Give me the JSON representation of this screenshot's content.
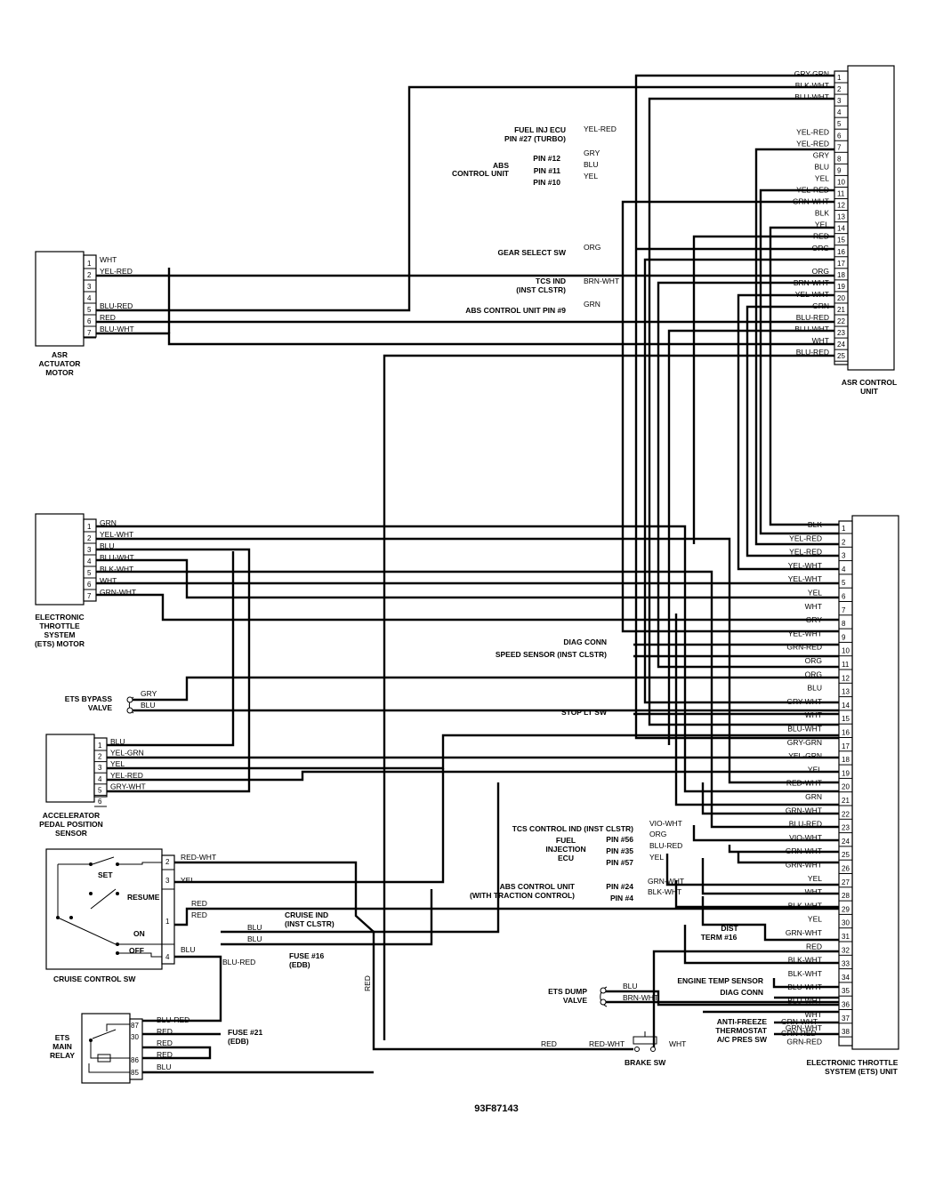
{
  "diagram_code": "93F87143",
  "asr_unit": {
    "label": [
      "ASR CONTROL",
      "UNIT"
    ],
    "pins": [
      "1",
      "2",
      "3",
      "4",
      "5",
      "6",
      "7",
      "8",
      "9",
      "10",
      "11",
      "12",
      "13",
      "14",
      "15",
      "16",
      "17",
      "18",
      "19",
      "20",
      "21",
      "22",
      "23",
      "24",
      "25"
    ],
    "wires": [
      "GRY-GRN",
      "BLK-WHT",
      "BLU-WHT",
      "",
      "",
      "YEL-RED",
      "YEL-RED",
      "GRY",
      "BLU",
      "YEL",
      "YEL-RED",
      "GRN-WHT",
      "BLK",
      "YEL",
      "RED",
      "ORG",
      "",
      "ORG",
      "BRN-WHT",
      "YEL-WHT",
      "GRN",
      "BLU-RED",
      "BLU-WHT",
      "WHT",
      "BLU-RED"
    ]
  },
  "ets_unit": {
    "label": [
      "ELECTRONIC THROTTLE",
      "SYSTEM (ETS) UNIT"
    ],
    "pins": [
      "1",
      "2",
      "3",
      "4",
      "5",
      "6",
      "7",
      "8",
      "9",
      "10",
      "11",
      "12",
      "13",
      "14",
      "15",
      "16",
      "17",
      "18",
      "19",
      "20",
      "21",
      "22",
      "23",
      "24",
      "25",
      "26",
      "27",
      "28",
      "29",
      "30",
      "31",
      "32",
      "33",
      "34",
      "35",
      "36",
      "37",
      "38"
    ],
    "wires": [
      "BLK",
      "YEL-RED",
      "YEL-RED",
      "YEL-WHT",
      "YEL-WHT",
      "YEL",
      "WHT",
      "GRY",
      "YEL-WHT",
      "GRN-RED",
      "ORG",
      "ORG",
      "BLU",
      "GRY-WHT",
      "WHT",
      "BLU-WHT",
      "GRY-GRN",
      "YEL-GRN",
      "YEL",
      "RED-WHT",
      "GRN",
      "GRN-WHT",
      "BLU-RED",
      "VIO-WHT",
      "GRN-WHT",
      "GRN-WHT",
      "YEL",
      "WHT",
      "BLK-WHT",
      "YEL",
      "GRN-WHT",
      "RED",
      "BLK-WHT",
      "BLK-WHT",
      "BLU-WHT",
      "BLU-WHT",
      "WHT",
      "GRN-WHT",
      "GRN-RED"
    ]
  },
  "asr_motor": {
    "label": [
      "ASR",
      "ACTUATOR",
      "MOTOR"
    ],
    "pins": [
      "1",
      "2",
      "3",
      "4",
      "5",
      "6",
      "7"
    ],
    "wires": [
      "WHT",
      "YEL-RED",
      "",
      "",
      "BLU-RED",
      "RED",
      "BLU-WHT"
    ]
  },
  "ets_motor": {
    "label": [
      "ELECTRONIC",
      "THROTTLE",
      "SYSTEM",
      "(ETS) MOTOR"
    ],
    "pins": [
      "1",
      "2",
      "3",
      "4",
      "5",
      "6",
      "7"
    ],
    "wires": [
      "GRN",
      "YEL-WHT",
      "BLU",
      "BLU-WHT",
      "BLK-WHT",
      "WHT",
      "GRN-WHT"
    ]
  },
  "bypass_valve": {
    "label": [
      "ETS BYPASS",
      "VALVE"
    ],
    "wires": [
      "GRY",
      "BLU"
    ]
  },
  "accel_sensor": {
    "label": [
      "ACCELERATOR",
      "PEDAL POSITION",
      "SENSOR"
    ],
    "pins": [
      "1",
      "2",
      "3",
      "4",
      "5",
      "6"
    ],
    "wires": [
      "BLU",
      "YEL-GRN",
      "YEL",
      "YEL-RED",
      "GRY-WHT"
    ]
  },
  "cruise_sw": {
    "label": "CRUISE CONTROL SW",
    "positions": [
      "SET",
      "RESUME",
      "ON",
      "OFF"
    ],
    "pins": [
      "2",
      "3",
      "1",
      "4"
    ],
    "wires": [
      "RED-WHT",
      "YEL",
      "RED",
      "RED",
      "BLU"
    ]
  },
  "main_relay": {
    "label": [
      "ETS",
      "MAIN",
      "RELAY"
    ],
    "pins": [
      "87",
      "30",
      "86",
      "85"
    ],
    "wires": [
      "BLU-RED",
      "RED",
      "RED",
      "RED",
      "BLU"
    ]
  },
  "asr_refs": [
    {
      "label": [
        "FUEL INJ ECU",
        "PIN #27 (TURBO)"
      ],
      "wire": "YEL-RED"
    },
    {
      "label": [
        "ABS",
        "CONTROL UNIT"
      ],
      "pins": [
        "PIN #12",
        "PIN #11",
        "PIN #10"
      ],
      "wires": [
        "GRY",
        "BLU",
        "YEL"
      ]
    },
    {
      "label": [
        "GEAR SELECT SW"
      ],
      "wire": "ORG"
    },
    {
      "label": [
        "TCS IND",
        "(INST CLSTR)"
      ],
      "wire": "BRN-WHT"
    },
    {
      "label": [
        "ABS CONTROL UNIT PIN #9"
      ],
      "wire": "GRN"
    }
  ],
  "ets_refs": [
    {
      "label": "DIAG CONN"
    },
    {
      "label": "SPEED SENSOR (INST CLSTR)"
    },
    {
      "label": "STOP LT SW"
    },
    {
      "label": "TCS CONTROL IND (INST CLSTR)",
      "wire": "VIO-WHT"
    },
    {
      "label": [
        "FUEL",
        "INJECTION",
        "ECU"
      ],
      "pins": [
        "PIN #56",
        "PIN #35",
        "PIN #57"
      ],
      "wires": [
        "ORG",
        "BLU-RED",
        "YEL"
      ]
    },
    {
      "label": [
        "ABS CONTROL UNIT",
        "(WITH TRACTION CONTROL)"
      ],
      "pins": [
        "PIN #24",
        "PIN #4"
      ],
      "wires": [
        "GRN-WHT",
        "BLK-WHT"
      ]
    },
    {
      "label": [
        "DIST",
        "TERM #16"
      ]
    },
    {
      "label": "ENGINE TEMP SENSOR"
    },
    {
      "label": "DIAG CONN"
    },
    {
      "label": [
        "ANTI-FREEZE",
        "THERMOSTAT",
        "A/C PRES SW"
      ],
      "wires": [
        "GRN-WHT",
        "GRN-RED"
      ]
    }
  ],
  "cruise_ind": {
    "label": [
      "CRUISE IND",
      "(INST CLSTR)"
    ],
    "wire": "BLU"
  },
  "fuse16": {
    "label": [
      "FUSE #16",
      "(EDB)"
    ],
    "wires": [
      "BLU",
      "BLU-RED"
    ]
  },
  "fuse21": {
    "label": [
      "FUSE #21",
      "(EDB)"
    ]
  },
  "dump_valve": {
    "label": [
      "ETS DUMP",
      "VALVE"
    ],
    "wires": [
      "BLU",
      "BRN-WHT"
    ]
  },
  "brake_sw": {
    "label": "BRAKE SW",
    "wires": [
      "RED",
      "RED-WHT",
      "WHT"
    ]
  },
  "misc_wires": [
    "RED",
    "BLU"
  ]
}
